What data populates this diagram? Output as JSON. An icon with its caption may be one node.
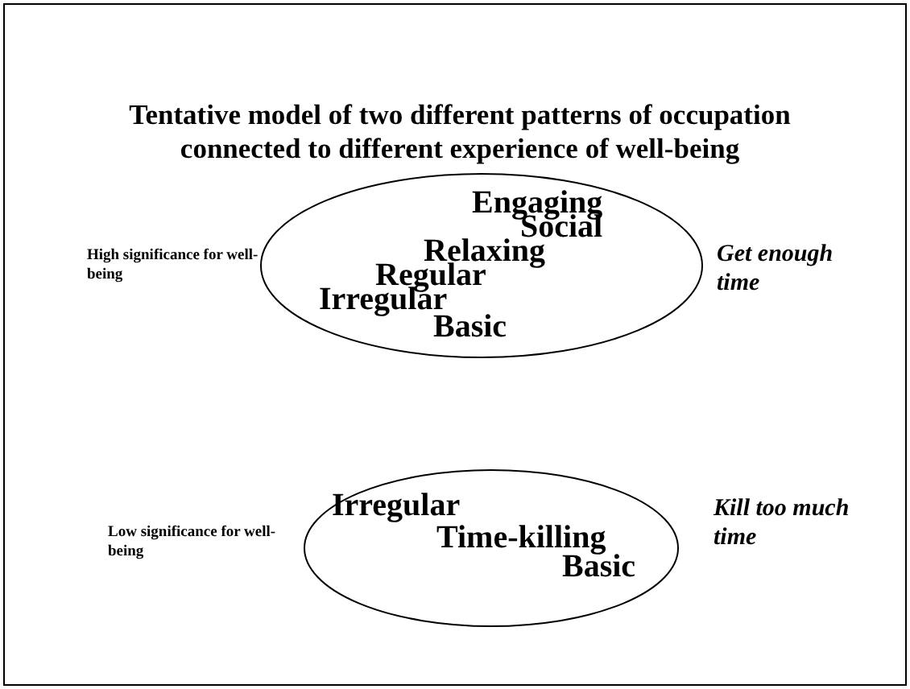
{
  "diagram": {
    "title": "Tentative model of two different patterns of occupation connected to  different experience of  well-being",
    "nodes": [
      {
        "text": [
          "Engaging",
          "Social",
          "Relaxing",
          "Regular",
          "Irregular",
          "Basic"
        ],
        "beside": [
          "High significance for well-being",
          "Get enough time"
        ]
      },
      {
        "text": [
          "Irregular",
          "Time-killing",
          "Basic"
        ],
        "beside": [
          "Low significance for well-being",
          "Kill too much time"
        ]
      }
    ]
  }
}
